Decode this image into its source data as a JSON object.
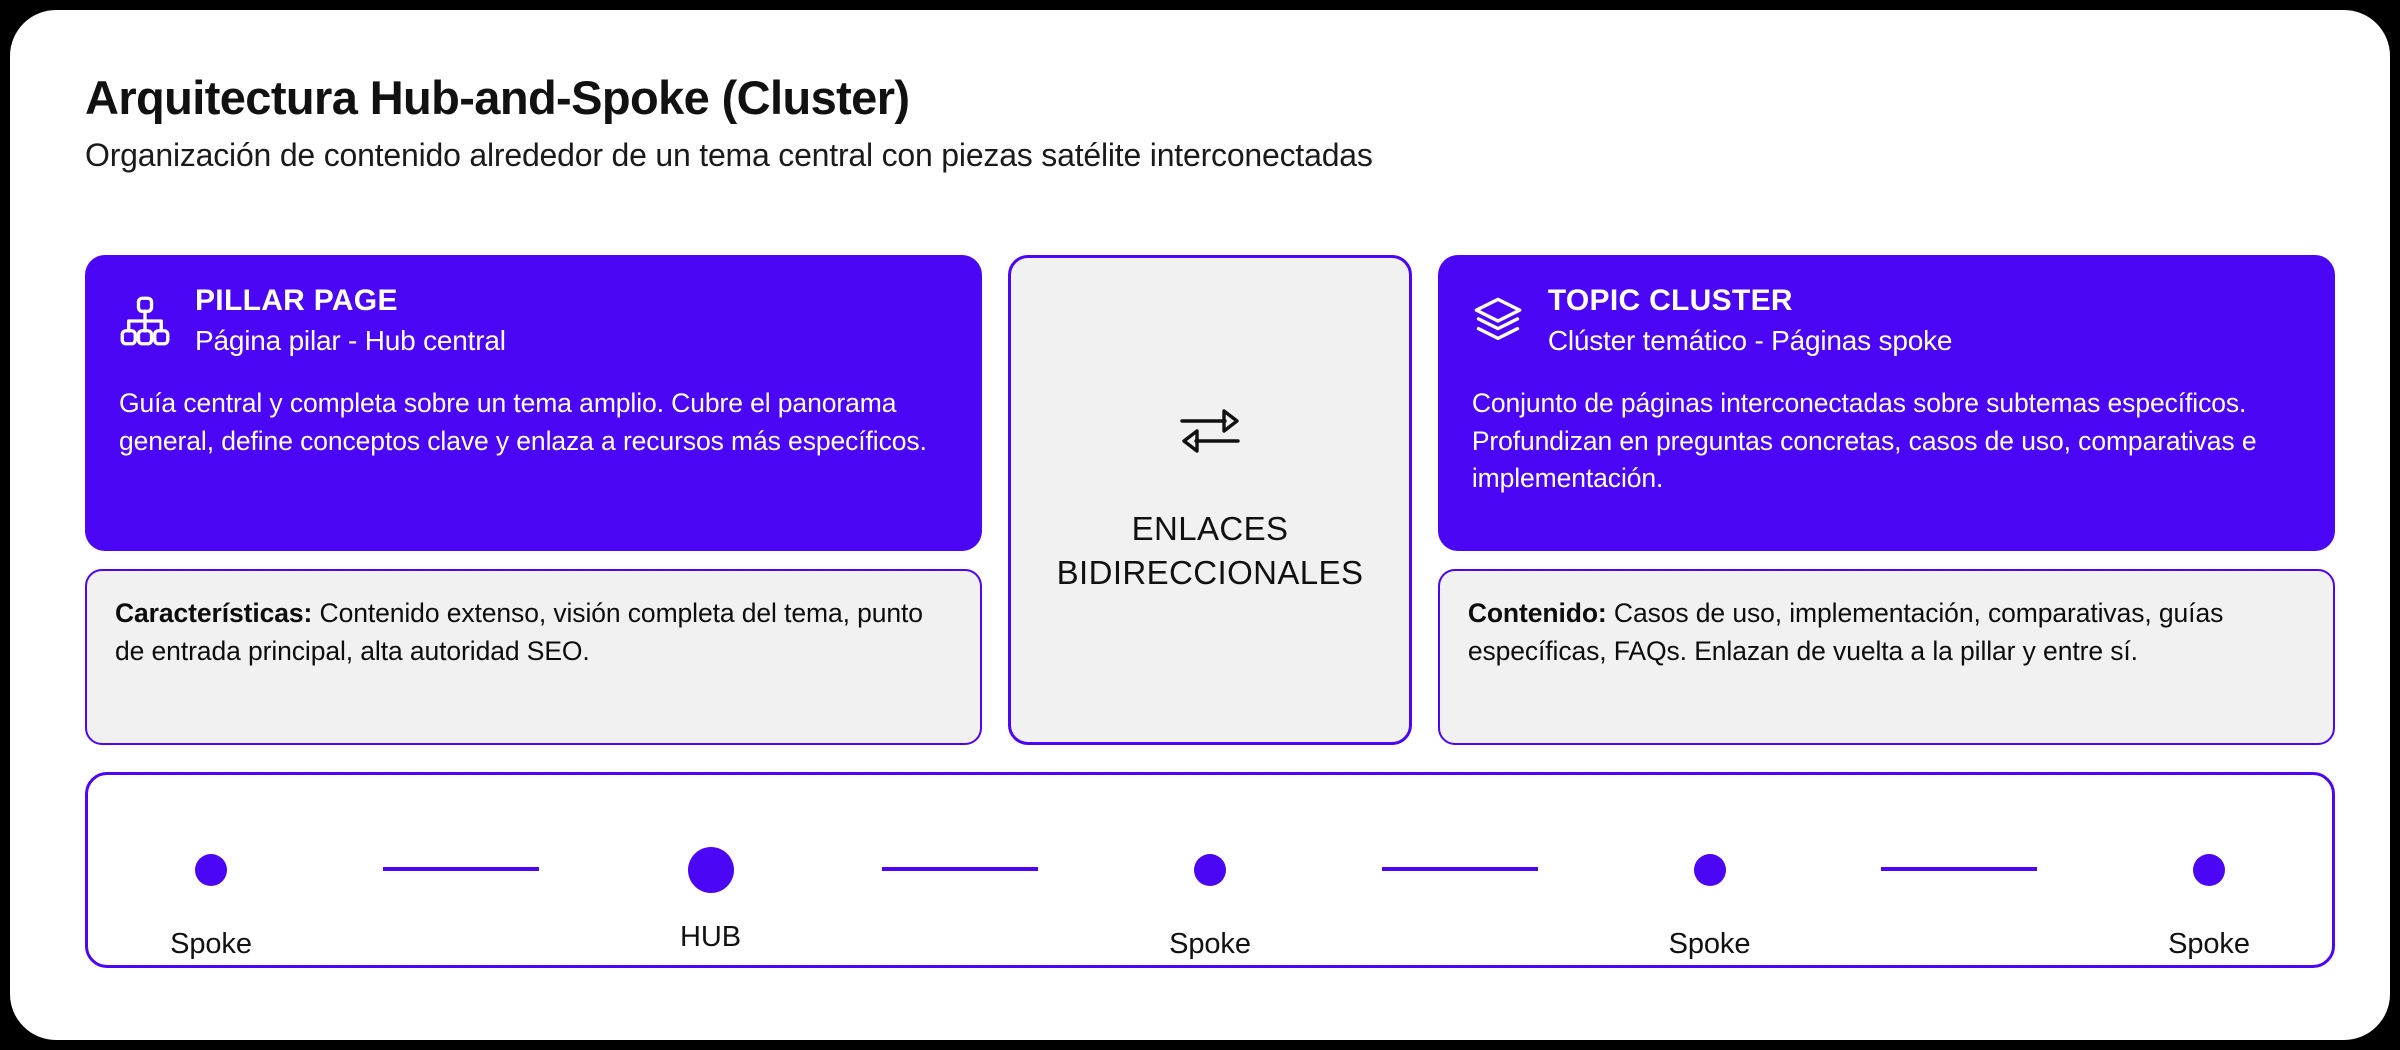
{
  "header": {
    "title": "Arquitectura Hub-and-Spoke (Cluster)",
    "subtitle": "Organización de contenido alrededor de un tema central con piezas satélite interconectadas"
  },
  "colors": {
    "accent": "#4A06F5",
    "card_surface": "#F1F1F2",
    "page_background": "#FFFFFF",
    "outer_background": "#000000",
    "text": "#111111"
  },
  "left_column": {
    "icon": "hierarchy-icon",
    "title": "PILLAR PAGE",
    "subtitle": "Página pilar - Hub central",
    "body": "Guía central y completa sobre un tema amplio. Cubre el panorama general, define conceptos clave y enlaza a recursos más específicos.",
    "detail_label": "Características:",
    "detail_text": " Contenido extenso, visión completa del tema, punto de entrada principal, alta autoridad SEO."
  },
  "middle_column": {
    "icon": "bidirectional-arrows-icon",
    "label_line1": "ENLACES",
    "label_line2": "BIDIRECCIONALES"
  },
  "right_column": {
    "icon": "layers-icon",
    "title": "TOPIC CLUSTER",
    "subtitle": "Clúster temático - Páginas spoke",
    "body": "Conjunto de páginas interconectadas sobre subtemas específicos. Profundizan en preguntas concretas, casos de uso, comparativas e implementación.",
    "detail_label": "Contenido:",
    "detail_text": " Casos de uso, implementación, comparativas, guías específicas, FAQs. Enlazan de vuelta a la pillar y entre sí."
  },
  "spoke_strip": {
    "nodes": [
      {
        "label": "Spoke",
        "type": "spoke"
      },
      {
        "label": "HUB",
        "type": "hub"
      },
      {
        "label": "Spoke",
        "type": "spoke"
      },
      {
        "label": "Spoke",
        "type": "spoke"
      },
      {
        "label": "Spoke",
        "type": "spoke"
      }
    ]
  }
}
